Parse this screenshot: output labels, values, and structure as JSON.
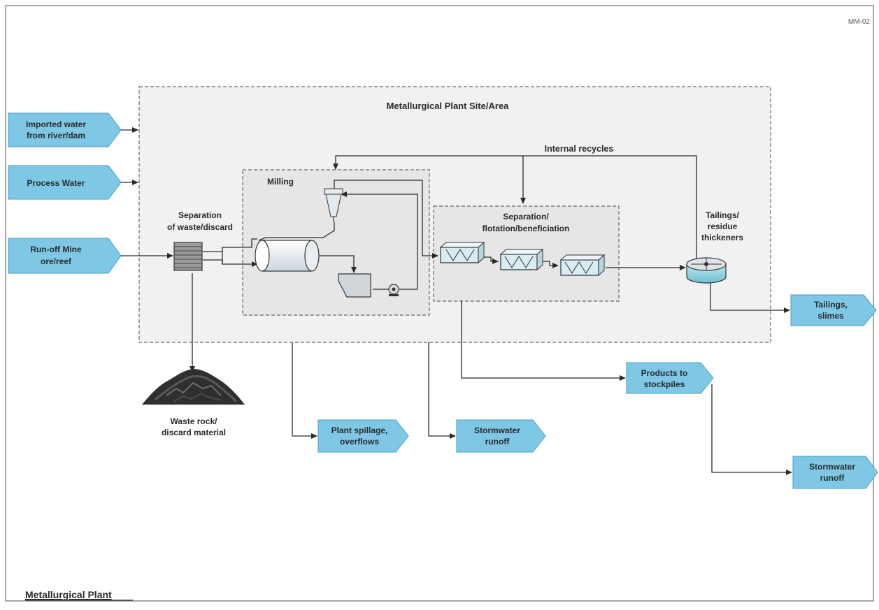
{
  "figure_code": "MM-02",
  "site_label": "Metallurgical Plant Site/Area",
  "milling_label": "Milling",
  "separation_label_1": "Separation/",
  "separation_label_2": "flotation/beneficiation",
  "waste_separation_label_1": "Separation",
  "waste_separation_label_2": "of waste/discard",
  "internal_recycles_label": "Internal recycles",
  "tailings_thickeners_label_1": "Tailings/",
  "tailings_thickeners_label_2": "residue",
  "tailings_thickeners_label_3": "thickeners",
  "waste_rock_label_1": "Waste rock/",
  "waste_rock_label_2": "discard material",
  "inputs": {
    "imported_water_1": "Imported water",
    "imported_water_2": "from river/dam",
    "process_water": "Process Water",
    "runoff_ore_1": "Run-off Mine",
    "runoff_ore_2": "ore/reef"
  },
  "outputs": {
    "tailings_1": "Tailings,",
    "tailings_2": "slimes",
    "products_1": "Products to",
    "products_2": "stockpiles",
    "spillage_1": "Plant spillage,",
    "spillage_2": "overflows",
    "stormwater_1": "Stormwater",
    "stormwater_2": "runoff",
    "stormwater_b_1": "Stormwater",
    "stormwater_b_2": "runoff"
  },
  "footer_title": "Metallurgical Plant",
  "colors": {
    "arrow_fill": "#7ec8e6",
    "arrow_stroke": "#4a9ec4",
    "site_fill": "#f1f1f1",
    "inner_fill": "#e6e6e6",
    "text_dark": "#2a2a2a"
  }
}
